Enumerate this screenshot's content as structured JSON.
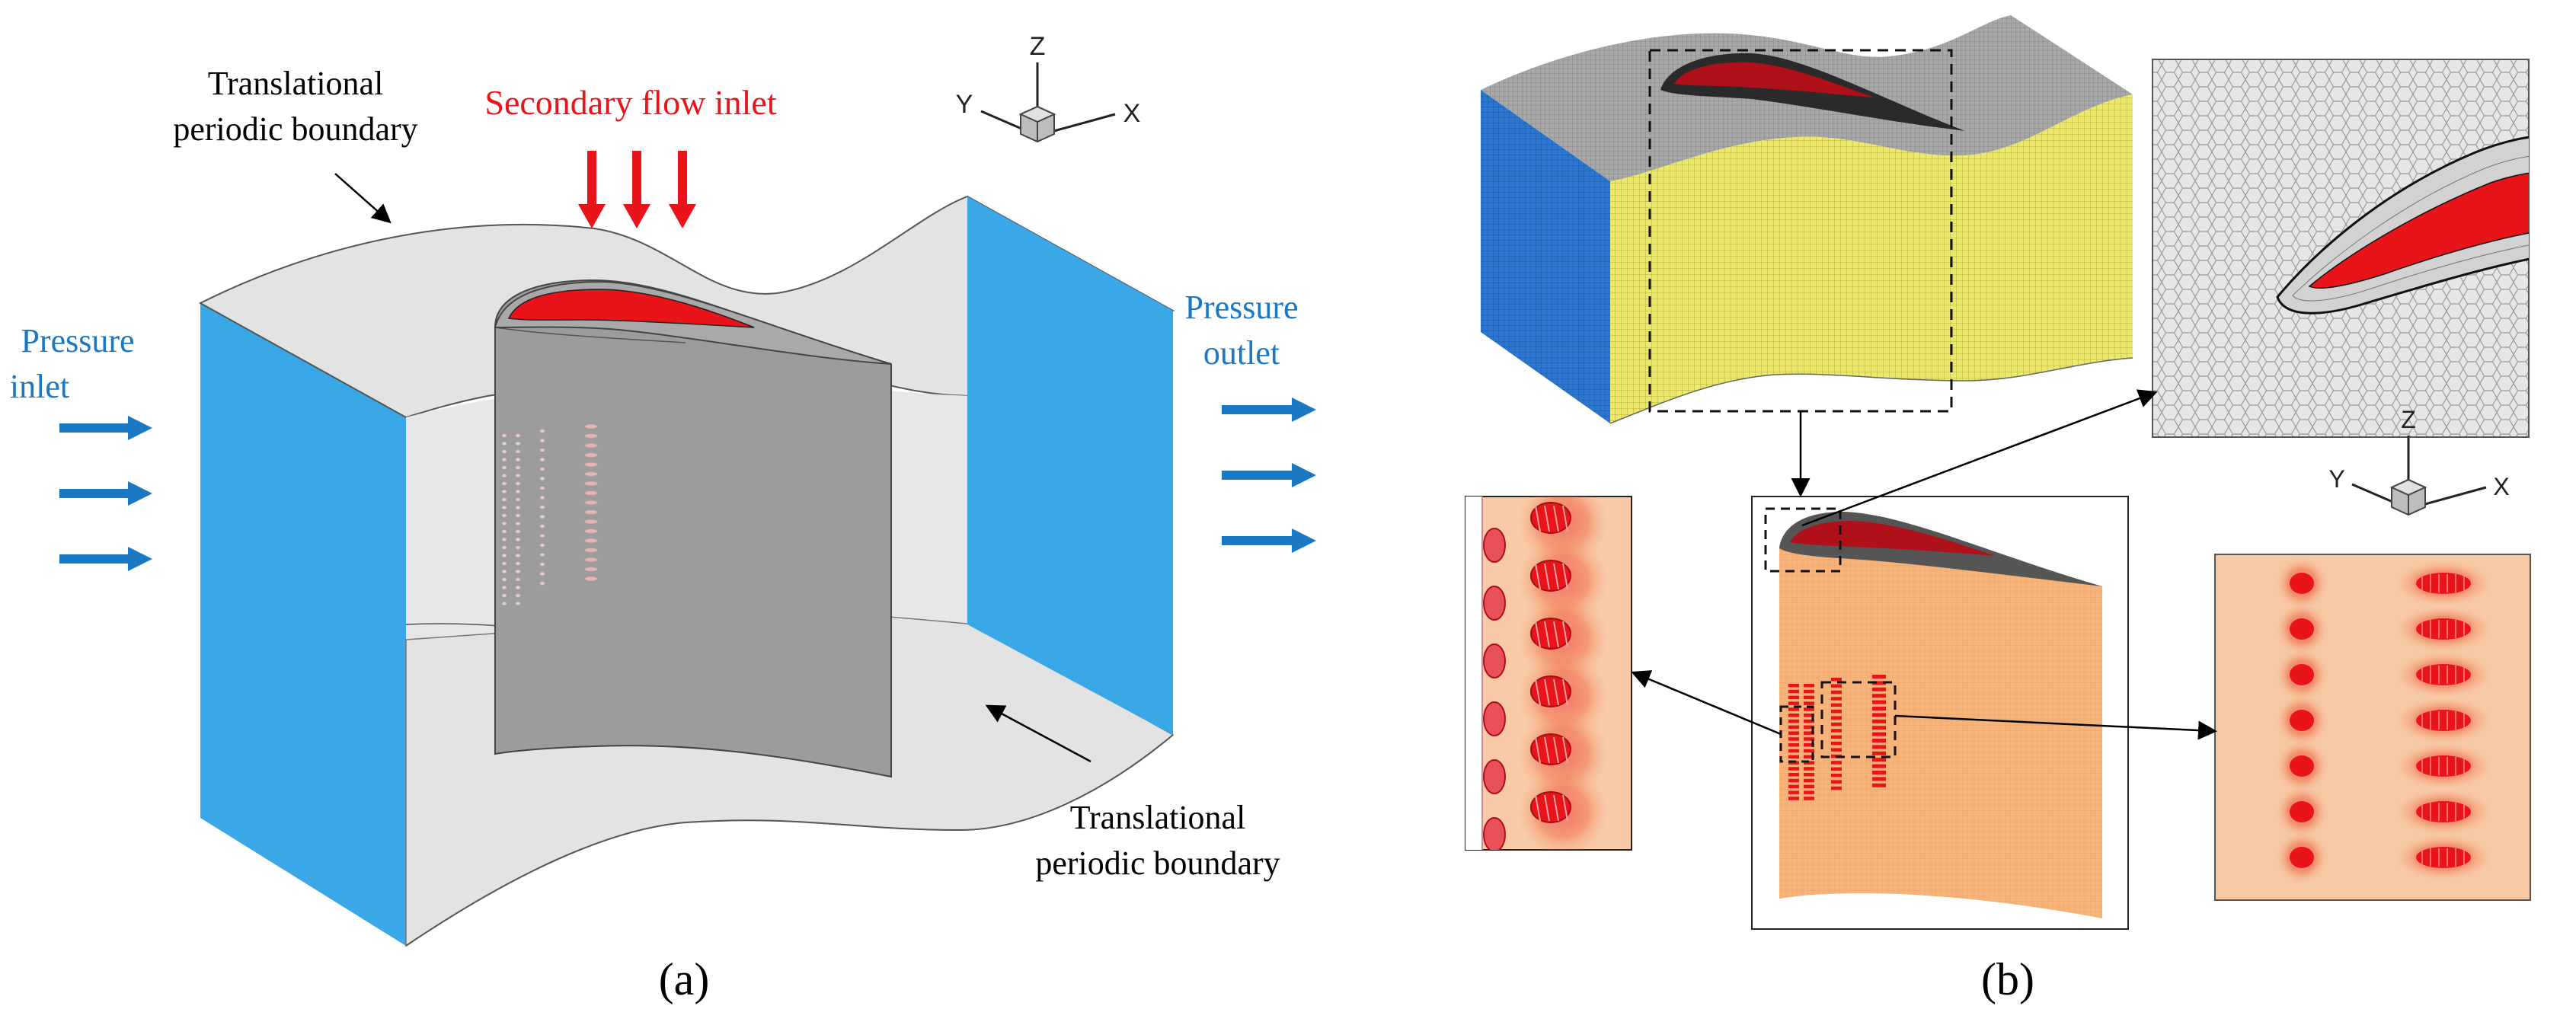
{
  "panel_a": {
    "label": "(a)",
    "texts": {
      "top_boundary_line1": "Translational",
      "top_boundary_line2": "periodic boundary",
      "secondary_inlet": "Secondary flow inlet",
      "pressure_inlet_line1": "Pressure",
      "pressure_inlet_line2": "inlet",
      "pressure_outlet_line1": "Pressure",
      "pressure_outlet_line2": "outlet",
      "bottom_boundary_line1": "Translational",
      "bottom_boundary_line2": "periodic boundary"
    },
    "axes": {
      "z": "Z",
      "y": "Y",
      "x": "X"
    }
  },
  "panel_b": {
    "label": "(b)",
    "axes": {
      "z": "Z",
      "y": "Y",
      "x": "X"
    }
  },
  "colors": {
    "pressure_text": "#1a78c2",
    "secondary_text": "#e8141a",
    "inlet_face": "#3aa7e6",
    "periodic_face": "#e3e3e3",
    "blade_grey": "#9c9c9c",
    "cooling_red": "#e8141a",
    "mesh_yellow": "#f2ef3a",
    "mesh_blue": "#1f6fd0",
    "mesh_orange": "#f7a964"
  }
}
